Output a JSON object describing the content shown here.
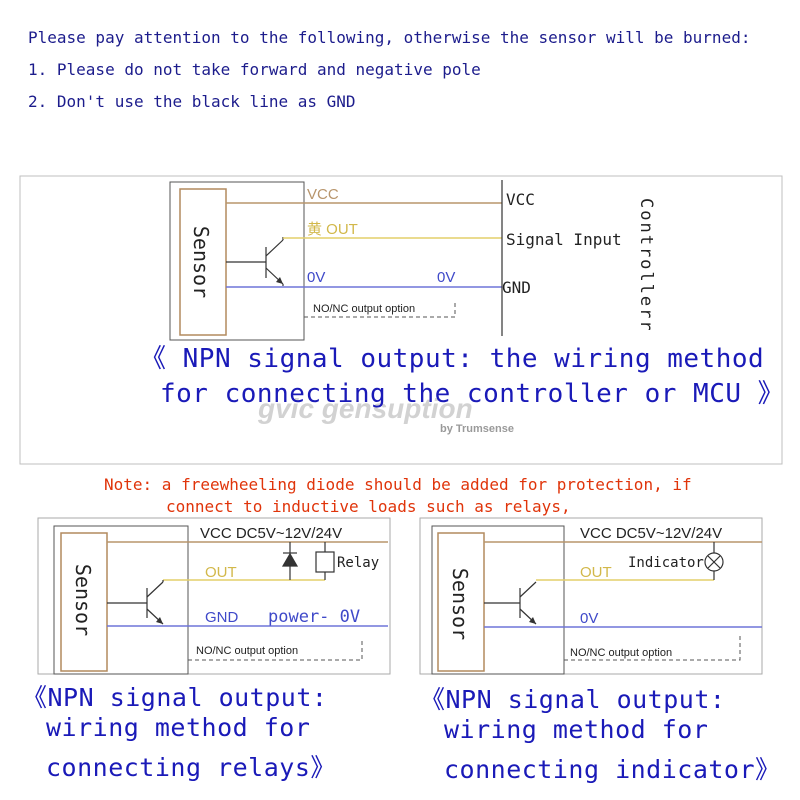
{
  "warning": {
    "heading": "Please pay attention to the following, otherwise the sensor will be burned:",
    "item1": "1. Please do not take forward and negative pole",
    "item2": "2. Don't use the black line as GND"
  },
  "top_diagram": {
    "sensor_label": "Sensor",
    "vcc_label": "VCC",
    "out_label": "黄 OUT",
    "zero_v_left": "0V",
    "zero_v_right": "0V",
    "option_label": "NO/NC output option",
    "ctrl_vcc": "VCC",
    "ctrl_signal": "Signal Input",
    "ctrl_gnd": "GND",
    "controller_label": "Controllerr",
    "caption_line1": "《 NPN signal output: the wiring method",
    "caption_line2": "for connecting the controller or MCU 》"
  },
  "watermark": {
    "text": "gvic gensuption",
    "sub": "by Trumsense"
  },
  "note": {
    "line1": "Note: a freewheeling diode should be added for protection, if",
    "line2": "connect to inductive loads such as relays,"
  },
  "relay_diagram": {
    "sensor_label": "Sensor",
    "vcc_label": "VCC DC5V~12V/24V",
    "relay_label": "Relay",
    "out_label": "OUT",
    "gnd_label": "GND",
    "power_label": "power- 0V",
    "option_label": "NO/NC output option",
    "caption_line1": "《NPN signal output:",
    "caption_line2": "wiring method for",
    "caption_line3": "connecting relays》"
  },
  "indicator_diagram": {
    "sensor_label": "Sensor",
    "vcc_label": "VCC DC5V~12V/24V",
    "indicator_label": "Indicator",
    "out_label": "OUT",
    "zero_v_label": "0V",
    "option_label": "NO/NC output option",
    "caption_line1": "《NPN signal output:",
    "caption_line2": "wiring method for",
    "caption_line3": "connecting indicator》"
  },
  "colors": {
    "warning_text": "#1c1c8c",
    "note_text": "#e0340a",
    "caption_text": "#1a1ab8",
    "vcc_wire": "#b8956c",
    "out_wire": "#e3cf6a",
    "zero_v_wire": "#6f75d8",
    "sensor_box": "#b28a5e"
  }
}
